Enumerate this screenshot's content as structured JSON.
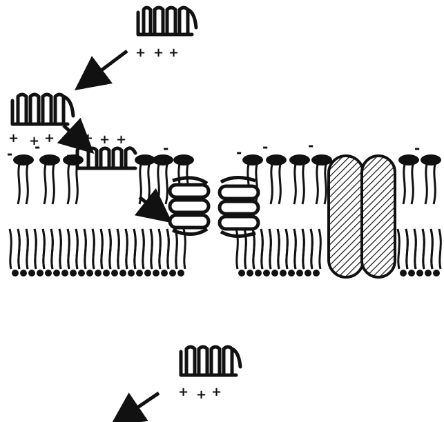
{
  "figure": {
    "background": "#ffffff",
    "ink": "#111111",
    "charges": {
      "positive": "+",
      "negative": "-",
      "peptide_top_free": [
        "+",
        "+",
        "+"
      ],
      "peptide_surface": [
        "+",
        "+",
        "+",
        "+"
      ],
      "peptide_inserted": [
        "+",
        "+",
        "+",
        "+"
      ],
      "peptide_bottom_free": [
        "+",
        "+",
        "+"
      ],
      "lipid_headgroups_negative": [
        "-",
        "-",
        "-",
        "-",
        "-",
        "-",
        "-",
        "-"
      ]
    },
    "components": {
      "peptide": "amphipathic helical peptide (coil icon)",
      "lipid": "phospholipid with two tails",
      "pore": "toroidal pore lined by stacked helices",
      "integral_protein": "hatched transmembrane cylinder"
    }
  }
}
